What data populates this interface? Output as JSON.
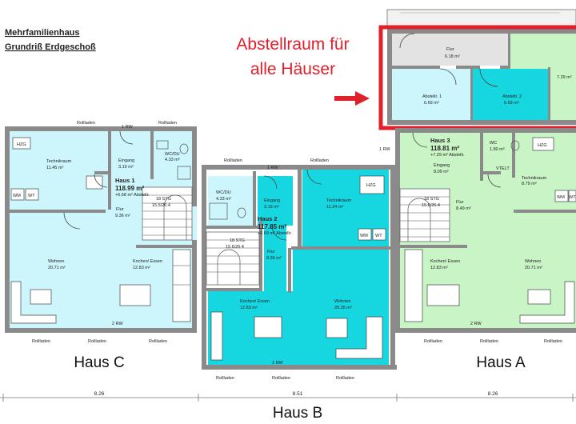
{
  "heading": {
    "line1": "Mehrfamilienhaus",
    "line2": "Grundriß Erdgeschoß"
  },
  "callout": {
    "line1": "Abstellraum für",
    "line2": "alle Häuser",
    "color": "#e0202a"
  },
  "colors": {
    "haus_c": "#ccf6fb",
    "haus_b": "#16d6e0",
    "haus_a": "#c9f4c6",
    "storage": "#16d6e0",
    "wall": "#8a8a8a"
  },
  "storage": {
    "flur_name": "Flur",
    "flur_area": "6.18 m²",
    "abst1_name": "Abstellr. 1",
    "abst1_area": "6.69 m²",
    "abst2_name": "Abstellr. 2",
    "abst2_area": "6.69 m²",
    "extra_area": "7.29 m²"
  },
  "haus_c": {
    "label": "Haus C",
    "title": "Haus 1",
    "total": "118.99 m²",
    "sub": "+6.68 m² Abstellr.",
    "hzg": "HZG",
    "wm": "WM",
    "wt": "WT",
    "technik_name": "Technikraum",
    "technik_area": "11.45 m²",
    "eingang_name": "Eingang",
    "eingang_area": "3.19 m²",
    "wc_name": "WC/DU",
    "wc_area": "4.33 m²",
    "stg": "18 STG",
    "stg_dim": "15.5/26.4",
    "flur_name": "Flur",
    "flur_area": "9.36 m²",
    "wohnen_name": "Wohnen",
    "wohnen_area": "20.71 m²",
    "kochen_name": "Kochen/ Essen",
    "kochen_area": "12.83 m²",
    "rollladen": "Rollladen",
    "rw": "1 RW",
    "rw2": "2 RW"
  },
  "haus_b": {
    "label": "Haus B",
    "title": "Haus 2",
    "total": "117.85 m²",
    "sub": "+6.69 m² Abstellr.",
    "hzg": "HZG",
    "wm": "WM",
    "wt": "WT",
    "technik_name": "Technikraum",
    "technik_area": "11.24 m²",
    "eingang_name": "Eingang",
    "eingang_area": "3.19 m²",
    "wc_name": "WC/DU",
    "wc_area": "4.33 m²",
    "stg": "18 STG",
    "stg_dim": "15.6/26.4",
    "flur_name": "Flur",
    "flur_area": "9.36 m²",
    "wohnen_name": "Wohnen",
    "wohnen_area": "20.35 m²",
    "kochen_name": "Kochen/ Essen",
    "kochen_area": "12.83 m²",
    "rollladen": "Rollladen",
    "rw": "1 RW",
    "rw2": "2 RW"
  },
  "haus_a": {
    "label": "Haus A",
    "title": "Haus 3",
    "total": "118.81 m²",
    "sub": "+7.29 m² Abstellr.",
    "hzg": "HZG",
    "wm": "WM",
    "wt": "WT",
    "technik_name": "Technikraum",
    "technik_area": "8.79 m²",
    "eingang_name": "Eingang",
    "eingang_area": "8.09 m²",
    "wc_name": "WC",
    "wc_area": "1.80 m²",
    "stg": "18 STG",
    "stg_dim": "15.6/26.4",
    "flur_name": "Flur",
    "flur_area": "8.49 m²",
    "wohnen_name": "Wohnen",
    "wohnen_area": "20.71 m²",
    "kochen_name": "Kochen/ Essen",
    "kochen_area": "12.83 m²",
    "rollladen": "Rollladen",
    "rw": "1 RW",
    "rw2": "2 RW",
    "vtelt": "VTELT"
  },
  "dimensions": {
    "left": "8.26",
    "center": "8.51",
    "right": "8.26"
  }
}
